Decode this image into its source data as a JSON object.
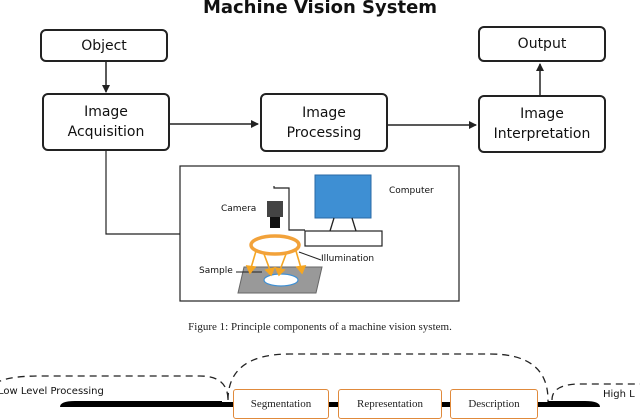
{
  "title": "Machine Vision System",
  "nodes": {
    "object": "Object",
    "output": "Output",
    "image_acquisition": [
      "Image",
      "Acquisition"
    ],
    "image_processing": [
      "Image",
      "Processing"
    ],
    "image_interpretation": [
      "Image",
      "Interpretation"
    ]
  },
  "illustration": {
    "camera": "Camera",
    "computer": "Computer",
    "illumination": "Illumination",
    "sample": "Sample"
  },
  "caption": "Figure 1: Principle components of a machine vision system.",
  "bottom": {
    "low_level": "Low Level Processing",
    "high_level": "High L",
    "boxes": [
      "Segmentation",
      "Representation",
      "Description"
    ]
  },
  "colors": {
    "monitor": "#3e8fd3",
    "illumination_ring": "#f2a23a",
    "arrow_orange": "#f5a623",
    "accent_box": "#e08a3c"
  }
}
